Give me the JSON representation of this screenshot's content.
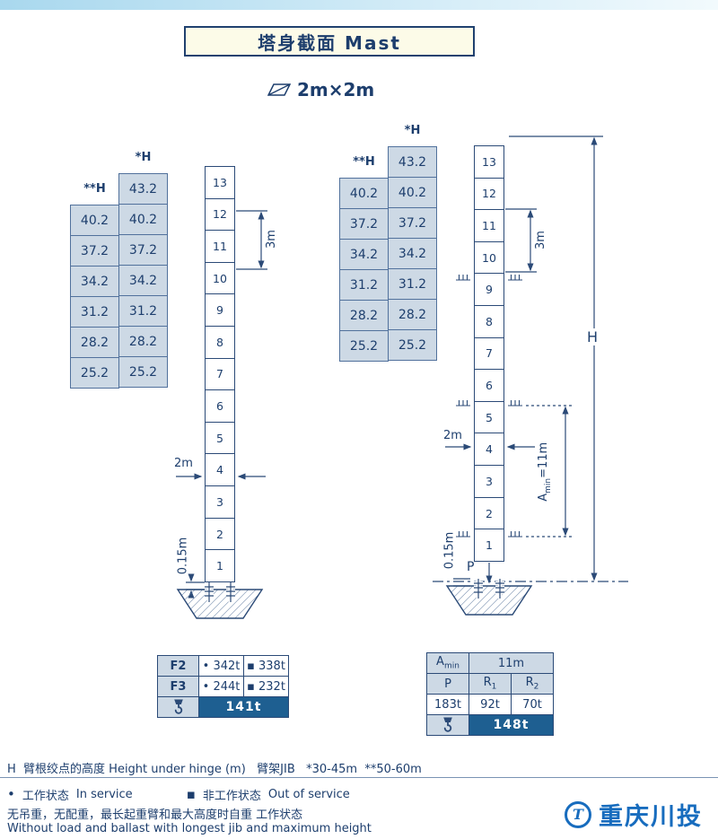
{
  "header": {
    "title": "塔身截面  Mast",
    "mast_size": "2m×2m"
  },
  "dims": {
    "three_m": "3m",
    "two_m": "2m",
    "base_offset": "0.15m",
    "amin": {
      "base": "A",
      "sub": "min",
      "rest": "=11m"
    },
    "height_label": "H",
    "p_label": "P"
  },
  "left_tower": {
    "height_table": {
      "col1_header": "**H",
      "col2_header": "*H",
      "col2_top": "43.2",
      "rows": [
        [
          "40.2",
          "40.2"
        ],
        [
          "37.2",
          "37.2"
        ],
        [
          "34.2",
          "34.2"
        ],
        [
          "31.2",
          "31.2"
        ],
        [
          "28.2",
          "28.2"
        ],
        [
          "25.2",
          "25.2"
        ]
      ]
    },
    "sections": [
      "13",
      "12",
      "11",
      "10",
      "9",
      "8",
      "7",
      "6",
      "5",
      "4",
      "3",
      "2",
      "1"
    ]
  },
  "right_tower": {
    "height_table": {
      "col1_header": "**H",
      "col2_header": "*H",
      "col2_top": "43.2",
      "rows": [
        [
          "40.2",
          "40.2"
        ],
        [
          "37.2",
          "37.2"
        ],
        [
          "34.2",
          "34.2"
        ],
        [
          "31.2",
          "31.2"
        ],
        [
          "28.2",
          "28.2"
        ],
        [
          "25.2",
          "25.2"
        ]
      ]
    },
    "sections": [
      "13",
      "12",
      "11",
      "10",
      "9",
      "8",
      "7",
      "6",
      "5",
      "4",
      "3",
      "2",
      "1"
    ]
  },
  "left_spec_table": {
    "rows": [
      {
        "label": "F2",
        "in_service": "• 342t",
        "out_of_service": "▪ 338t"
      },
      {
        "label": "F3",
        "in_service": "• 244t",
        "out_of_service": "▪ 232t"
      }
    ],
    "self_weight": "141t"
  },
  "right_spec_table": {
    "amin": {
      "base": "A",
      "sub": "min"
    },
    "amin_value": "11m",
    "p_label": "P",
    "r1": {
      "base": "R",
      "sub": "1"
    },
    "r2": {
      "base": "R",
      "sub": "2"
    },
    "p_value": "183t",
    "r1_value": "92t",
    "r2_value": "70t",
    "self_weight": "148t"
  },
  "footnotes": {
    "line1": "H  臂根绞点的高度 Height under hinge (m)   臂架JIB   *30-45m  **50-60m",
    "legend": [
      {
        "marker": "•",
        "zh": "工作状态",
        "en": "In service"
      },
      {
        "marker": "▪",
        "zh": "非工作状态",
        "en": "Out of service"
      }
    ],
    "line3": "无吊重，无配重，最长起重臂和最大高度时自重 工作状态",
    "line4": "Without load and ballast with longest jib and maximum height"
  },
  "logo": {
    "mark": "T",
    "name": "重庆川投"
  },
  "colors": {
    "accent_navy": "#1d3e6d",
    "line_navy": "#2b4a77",
    "cell_bg": "#cdd9e5",
    "dark_row": "#1e5f91",
    "title_bg": "#fcfbe8",
    "logo_blue": "#176cbe",
    "topbar_blue": "#a9d8ee"
  }
}
